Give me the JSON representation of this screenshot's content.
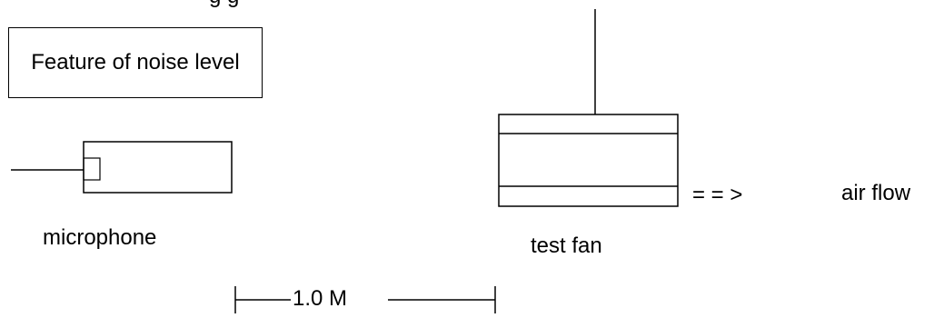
{
  "header_text": "g                          g",
  "feature_box": {
    "text": "Feature of noise level"
  },
  "microphone_label": "microphone",
  "fan_label": "test  fan",
  "arrow_text": "=  =  >",
  "airflow_label": "air flow",
  "distance_label": "1.0 M",
  "colors": {
    "line": "#000000",
    "background": "#ffffff"
  }
}
